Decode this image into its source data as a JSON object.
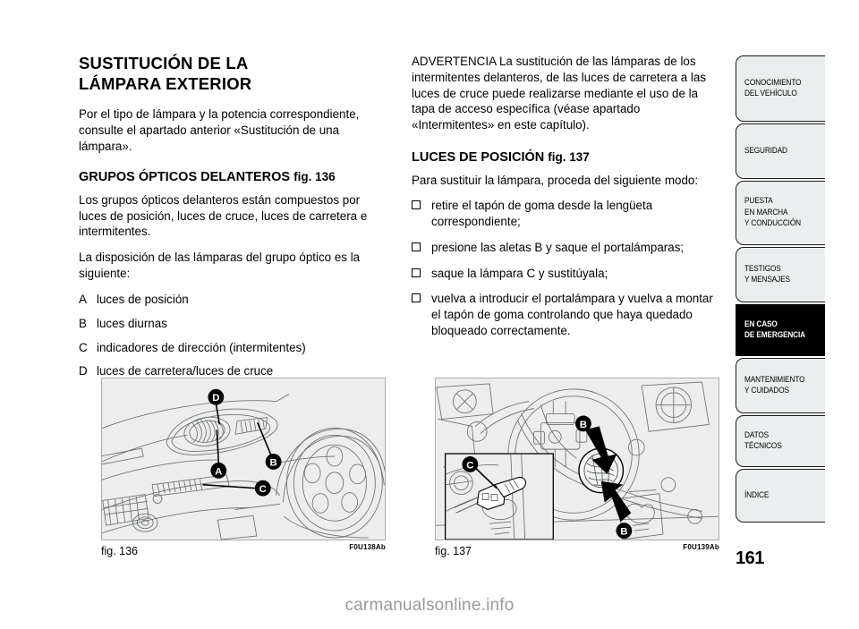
{
  "document": {
    "page_number": "161",
    "watermark": "carmanualsonline.info"
  },
  "left_column": {
    "title": "SUSTITUCIÓN DE LA\nLÁMPARA EXTERIOR",
    "intro": "Por el tipo de lámpara y la potencia correspondiente, consulte el apartado anterior «Sustitución de una lámpara».",
    "subheading": "GRUPOS ÓPTICOS DELANTEROS",
    "subheading_fig": "fig. 136",
    "paragraph_1": "Los grupos ópticos delanteros están compuestos por luces de posición, luces de cruce, luces de carretera e intermitentes.",
    "paragraph_2": "La disposición de las lámparas del grupo óptico es la siguiente:",
    "legend": [
      {
        "letter": "A",
        "text": "luces de posición"
      },
      {
        "letter": "B",
        "text": "luces diurnas"
      },
      {
        "letter": "C",
        "text": "indicadores de dirección (intermitentes)"
      },
      {
        "letter": "D",
        "text": "luces de carretera/luces de cruce"
      }
    ]
  },
  "right_column": {
    "warning": "ADVERTENCIA La sustitución de las lámparas de los intermitentes delanteros, de las luces de carretera a las luces de cruce puede realizarse mediante el uso de la tapa de acceso específica (véase apartado «Intermitentes» en este capítulo).",
    "subheading": "LUCES DE POSICIÓN",
    "subheading_fig": "fig. 137",
    "intro": "Para sustituir la lámpara, proceda del siguiente modo:",
    "steps": [
      "retire el tapón de goma desde la lengüeta correspondiente;",
      "presione las aletas B y saque el portalámparas;",
      "saque la lámpara C y sustitúyala;",
      "vuelva a introducir el portalámpara y vuelva a montar el tapón de goma controlando que haya quedado bloqueado correctamente."
    ]
  },
  "figures": [
    {
      "caption": "fig. 136",
      "code": "F0U138Ab",
      "callouts": [
        "D",
        "A",
        "B",
        "C"
      ]
    },
    {
      "caption": "fig. 137",
      "code": "F0U139Ab",
      "callouts": [
        "B",
        "B",
        "C"
      ]
    }
  ],
  "tabs": [
    {
      "label": "CONOCIMIENTO\nDEL VEHÍCULO",
      "active": false,
      "height": 74
    },
    {
      "label": "SEGURIDAD",
      "active": false,
      "height": 62
    },
    {
      "label": "PUESTA\nEN MARCHA\nY CONDUCCIÓN",
      "active": false,
      "height": 72
    },
    {
      "label": "TESTIGOS\nY MENSAJES",
      "active": false,
      "height": 62
    },
    {
      "label": "EN CASO\nDE EMERGENCIA",
      "active": true,
      "height": 58
    },
    {
      "label": "MANTENIMIENTO\nY CUIDADOS",
      "active": false,
      "height": 62
    },
    {
      "label": "DATOS TÉCNICOS",
      "active": false,
      "height": 58
    },
    {
      "label": "ÍNDICE",
      "active": false,
      "height": 60
    }
  ],
  "colors": {
    "figure_background": "#ededee",
    "figure_border": "#a9acad",
    "tab_background": "#ebeeee",
    "tab_active_background": "#000000",
    "watermark": "#9a9a9a"
  }
}
